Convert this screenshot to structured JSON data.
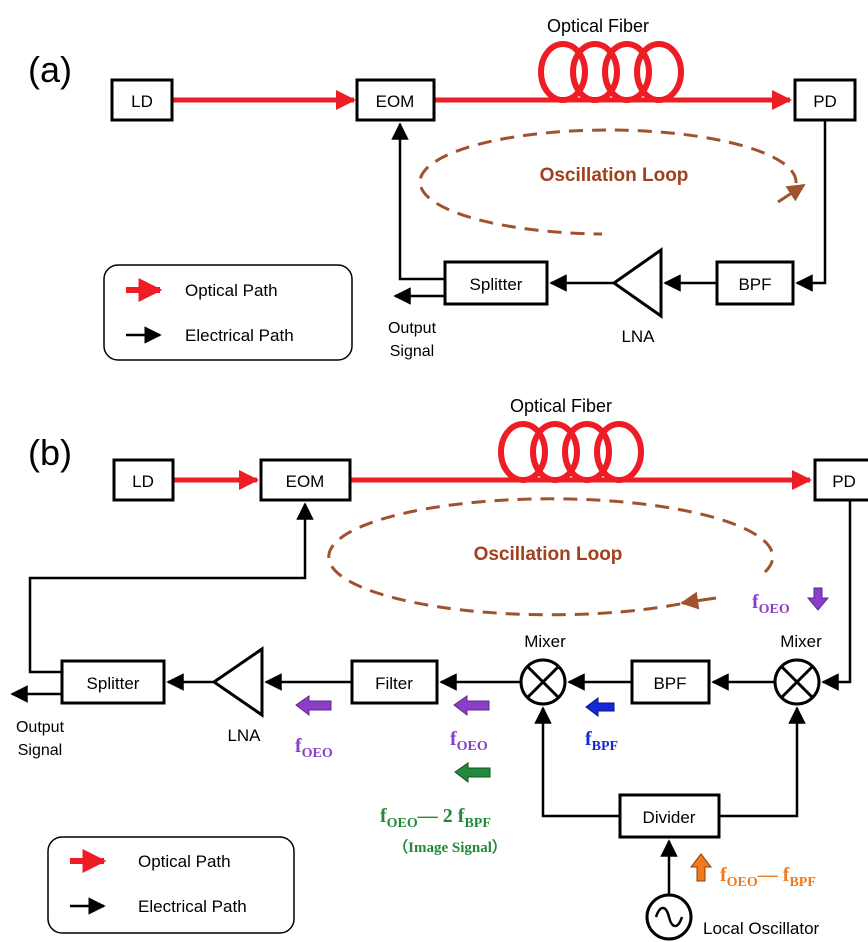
{
  "panel_a": {
    "label": "(a)",
    "fiber_label": "Optical Fiber",
    "blocks": {
      "ld": "LD",
      "eom": "EOM",
      "pd": "PD",
      "bpf": "BPF",
      "splitter": "Splitter"
    },
    "lna_label": "LNA",
    "loop_label": "Oscillation Loop",
    "output_line1": "Output",
    "output_line2": "Signal",
    "legend": {
      "optical": "Optical Path",
      "electrical": "Electrical Path"
    }
  },
  "panel_b": {
    "label": "(b)",
    "fiber_label": "Optical Fiber",
    "blocks": {
      "ld": "LD",
      "eom": "EOM",
      "pd": "PD",
      "bpf": "BPF",
      "splitter": "Splitter",
      "filter": "Filter",
      "divider": "Divider"
    },
    "mixer_left_label": "Mixer",
    "mixer_right_label": "Mixer",
    "lna_label": "LNA",
    "loop_label": "Oscillation Loop",
    "output_line1": "Output",
    "output_line2": "Signal",
    "local_oscillator_label": "Local Oscillator",
    "freq": {
      "oeo_main": "f",
      "oeo_sub": "OEO",
      "bpf_main": "f",
      "bpf_sub": "BPF",
      "image_a": "f",
      "image_a_sub": "OEO",
      "image_mid": "— 2 f",
      "image_b_sub": "BPF",
      "image_note": "（Image Signal）",
      "lo_a": "f",
      "lo_a_sub": "OEO",
      "lo_mid": "— f",
      "lo_b_sub": "BPF"
    },
    "legend": {
      "optical": "Optical Path",
      "electrical": "Electrical Path"
    }
  },
  "colors": {
    "optical": "#ee1c24",
    "electrical": "#000000",
    "loop": "#a0522d",
    "loop_text": "#a0401e",
    "purple": "#8b3fc9",
    "blue": "#1428d8",
    "green": "#238a3c",
    "orange": "#f07a1c"
  }
}
